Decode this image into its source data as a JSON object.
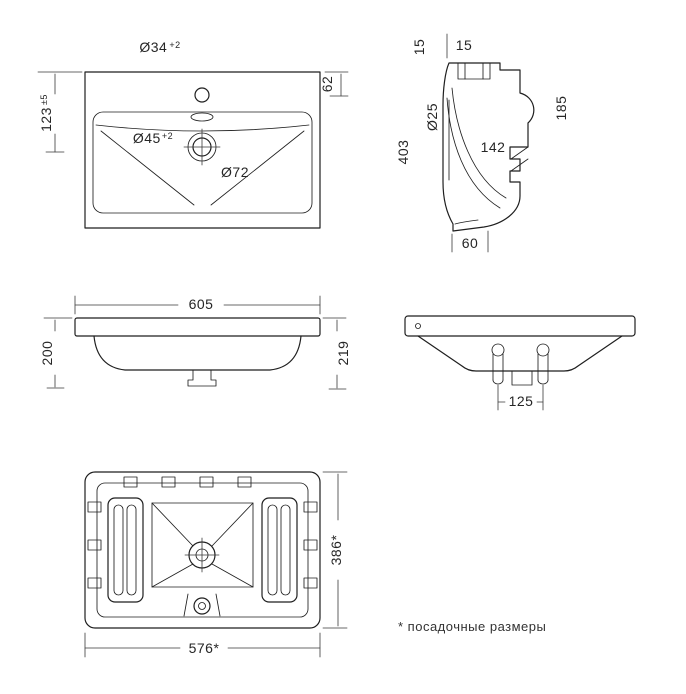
{
  "views": {
    "plan": {
      "faucet_hole_dia": "Ø34",
      "faucet_hole_tol": "+2",
      "deck_depth": "62",
      "mount_offset": "123",
      "mount_offset_tol": "±5",
      "overflow_dia": "Ø45",
      "overflow_tol": "+2",
      "drain_dia": "Ø72"
    },
    "section": {
      "top_left": "15",
      "top_right": "15",
      "back_height": "185",
      "pipe_dia": "Ø25",
      "total_height": "403",
      "inner_width": "142",
      "foot_width": "60"
    },
    "front": {
      "width": "605",
      "height_left": "200",
      "height_right": "219"
    },
    "rear": {
      "mount_spacing": "125"
    },
    "bottom": {
      "mount_depth": "386*",
      "mount_width": "576*"
    },
    "footnote": "* посадочные размеры"
  }
}
